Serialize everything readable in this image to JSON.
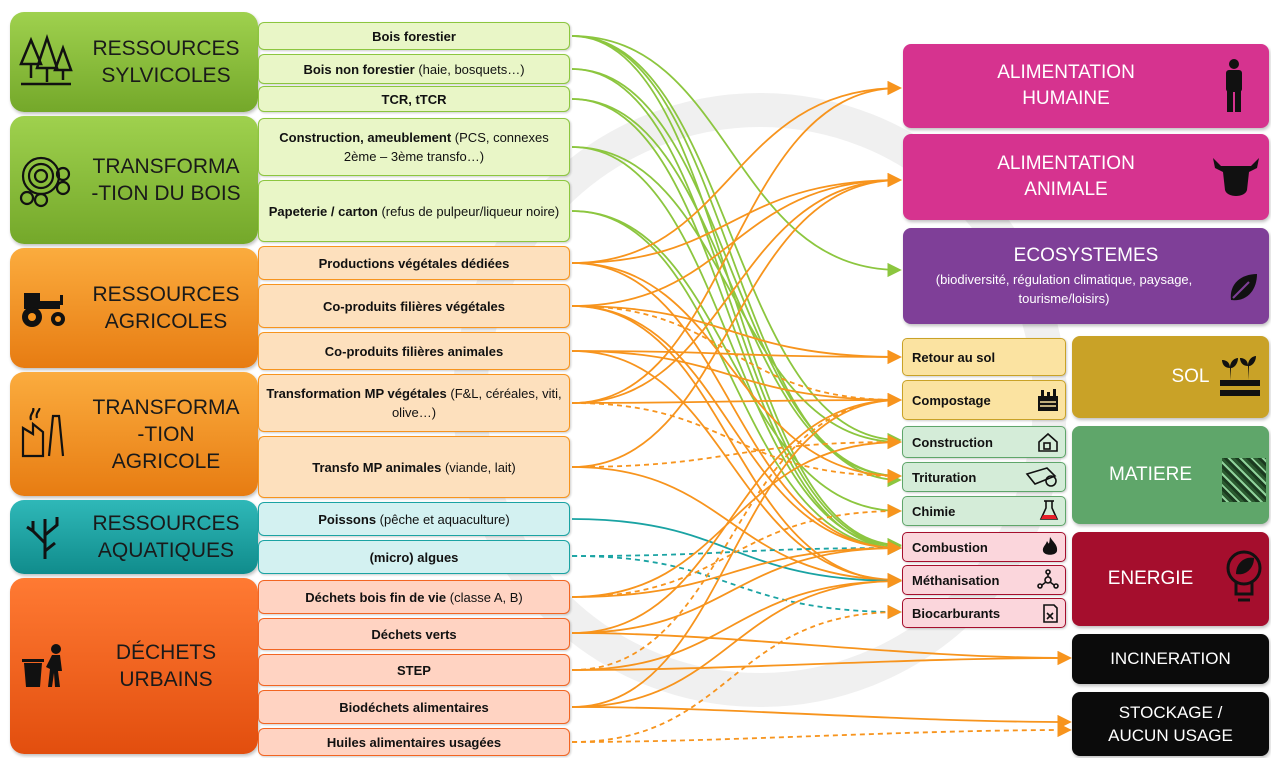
{
  "categories": [
    {
      "id": "sylv",
      "lines": [
        "RESSOURCES",
        "SYLVICOLES"
      ],
      "icon": "trees-icon",
      "color": "#8cc63f"
    },
    {
      "id": "tbois",
      "lines": [
        "TRANSFORMA",
        "-TION DU BOIS"
      ],
      "icon": "wood-logs-icon",
      "color": "#8cc63f"
    },
    {
      "id": "agri",
      "lines": [
        "RESSOURCES",
        "AGRICOLES"
      ],
      "icon": "tractor-icon",
      "color": "#f7941d"
    },
    {
      "id": "tagri",
      "lines": [
        "TRANSFORMA",
        "-TION",
        "AGRICOLE"
      ],
      "icon": "factory-icon",
      "color": "#f7941d"
    },
    {
      "id": "aqua",
      "lines": [
        "RESSOURCES",
        "AQUATIQUES"
      ],
      "icon": "seaweed-icon",
      "color": "#1aa3a3"
    },
    {
      "id": "urb",
      "lines": [
        "DÉCHETS",
        "URBAINS"
      ],
      "icon": "trash-bin-icon",
      "color": "#f26522"
    }
  ],
  "sources": [
    {
      "bold": "Bois forestier",
      "rest": ""
    },
    {
      "bold": "Bois non forestier",
      "rest": " (haie, bosquets…)"
    },
    {
      "bold": "TCR, tTCR",
      "rest": ""
    },
    {
      "bold": "Construction, ameublement",
      "rest": " (PCS, connexes 2ème – 3ème transfo…)"
    },
    {
      "bold": "Papeterie / carton",
      "rest": " (refus de pulpeur/liqueur noire)"
    },
    {
      "bold": "Productions végétales dédiées",
      "rest": ""
    },
    {
      "bold": "Co-produits filières  végétales",
      "rest": ""
    },
    {
      "bold": "Co-produits filières animales",
      "rest": ""
    },
    {
      "bold": "Transformation MP végétales",
      "rest": " (F&L, céréales, viti, olive…)"
    },
    {
      "bold": "Transfo MP animales",
      "rest": " (viande, lait)"
    },
    {
      "bold": "Poissons",
      "rest": " (pêche et aquaculture)"
    },
    {
      "bold": "(micro) algues",
      "rest": ""
    },
    {
      "bold": "Déchets bois fin de vie",
      "rest": " (classe A, B)"
    },
    {
      "bold": "Déchets verts",
      "rest": ""
    },
    {
      "bold": "STEP",
      "rest": ""
    },
    {
      "bold": "Biodéchets alimentaires",
      "rest": ""
    },
    {
      "bold": "Huiles alimentaires usagées",
      "rest": ""
    }
  ],
  "destinations": {
    "alim_h": {
      "lines": [
        "ALIMENTATION",
        "HUMAINE"
      ],
      "icon": "person-icon",
      "color": "#d6338f"
    },
    "alim_a": {
      "lines": [
        "ALIMENTATION",
        "ANIMALE"
      ],
      "icon": "cow-head-icon",
      "color": "#d6338f"
    },
    "eco": {
      "title": "ECOSYSTEMES",
      "subtitle": "(biodiversité, régulation climatique, paysage, tourisme/loisirs)",
      "icon": "leaf-icon",
      "color": "#7f3f98"
    },
    "sol": {
      "label": "SOL",
      "icon": "sprouts-icon",
      "color": "#c9a227"
    },
    "matiere": {
      "label": "MATIERE",
      "icon": "texture-icon",
      "color": "#5fa66a"
    },
    "energie": {
      "label": "ENERGIE",
      "icon": "bulb-leaf-icon",
      "color": "#a50e2d"
    },
    "incin": {
      "label": "INCINERATION",
      "color": "#0b0b0b"
    },
    "stock": {
      "lines": [
        "STOCKAGE /",
        "AUCUN USAGE"
      ],
      "color": "#0b0b0b"
    }
  },
  "sub_destinations": {
    "sol": [
      {
        "label": "Retour au sol",
        "icon": ""
      },
      {
        "label": "Compostage",
        "icon": "compost-bin-icon"
      }
    ],
    "matiere": [
      {
        "label": "Construction",
        "icon": "house-icon"
      },
      {
        "label": "Trituration",
        "icon": "rollers-icon"
      },
      {
        "label": "Chimie",
        "icon": "flask-icon"
      }
    ],
    "energie": [
      {
        "label": "Combustion",
        "icon": "flame-icon"
      },
      {
        "label": "Méthanisation",
        "icon": "molecule-icon"
      },
      {
        "label": "Biocarburants",
        "icon": "fuel-can-icon"
      }
    ]
  }
}
